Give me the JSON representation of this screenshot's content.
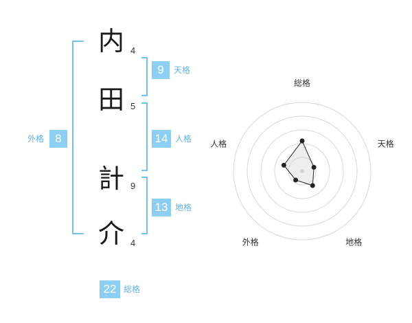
{
  "characters": [
    {
      "char": "内",
      "strokes": "4"
    },
    {
      "char": "田",
      "strokes": "5"
    },
    {
      "char": "計",
      "strokes": "9"
    },
    {
      "char": "介",
      "strokes": "4"
    }
  ],
  "gaikaku": {
    "value": "8",
    "label": "外格"
  },
  "tenkaku": {
    "value": "9",
    "label": "天格"
  },
  "jinkaku": {
    "value": "14",
    "label": "人格"
  },
  "chikaku": {
    "value": "13",
    "label": "地格"
  },
  "soukaku": {
    "value": "22",
    "label": "総格"
  },
  "colors": {
    "accent": "#8ccff3",
    "label": "#62b4e6",
    "bracket": "#73c2f0"
  },
  "chart_data": {
    "type": "radar",
    "axes": [
      "総格",
      "天格",
      "地格",
      "外格",
      "人格"
    ],
    "values": [
      22,
      9,
      13,
      8,
      14
    ],
    "max": 50,
    "rings": 5,
    "grid": true
  }
}
